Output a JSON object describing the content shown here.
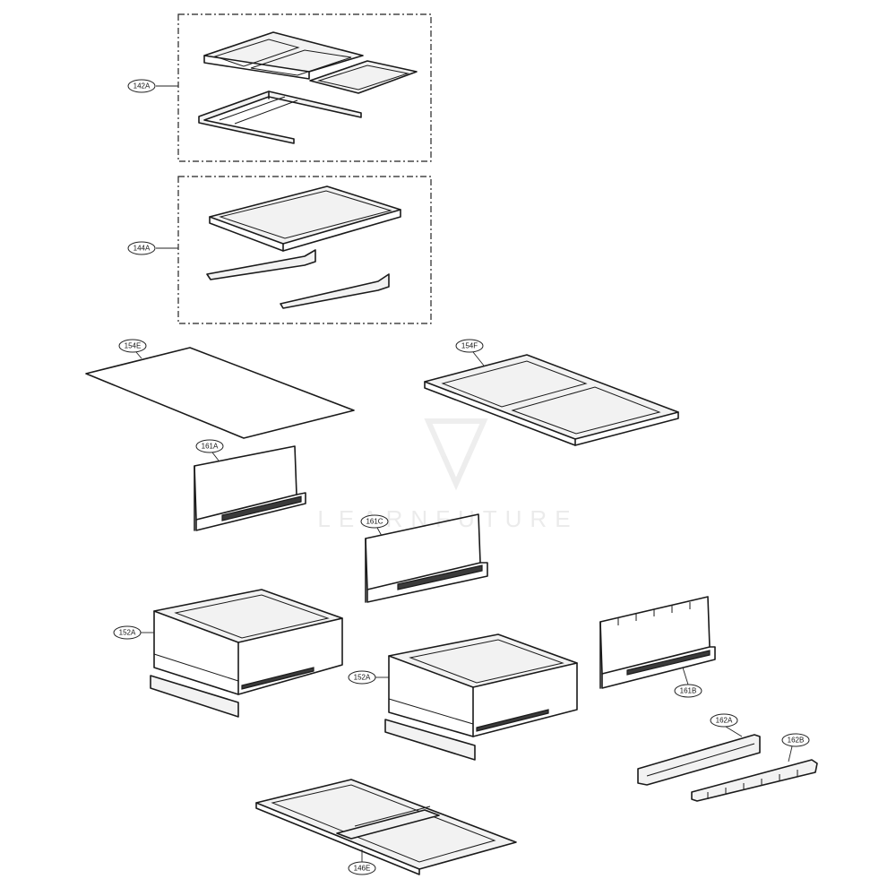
{
  "diagram": {
    "watermark": "LEARNFUTURE",
    "callouts": {
      "c142A": "142A",
      "c144A": "144A",
      "c154E": "154E",
      "c154F": "154F",
      "c161A": "161A",
      "c161C": "161C",
      "c152A_left": "152A",
      "c152A_right": "152A",
      "c161B": "161B",
      "c162A": "162A",
      "c162B": "162B",
      "c146E": "146E"
    }
  }
}
